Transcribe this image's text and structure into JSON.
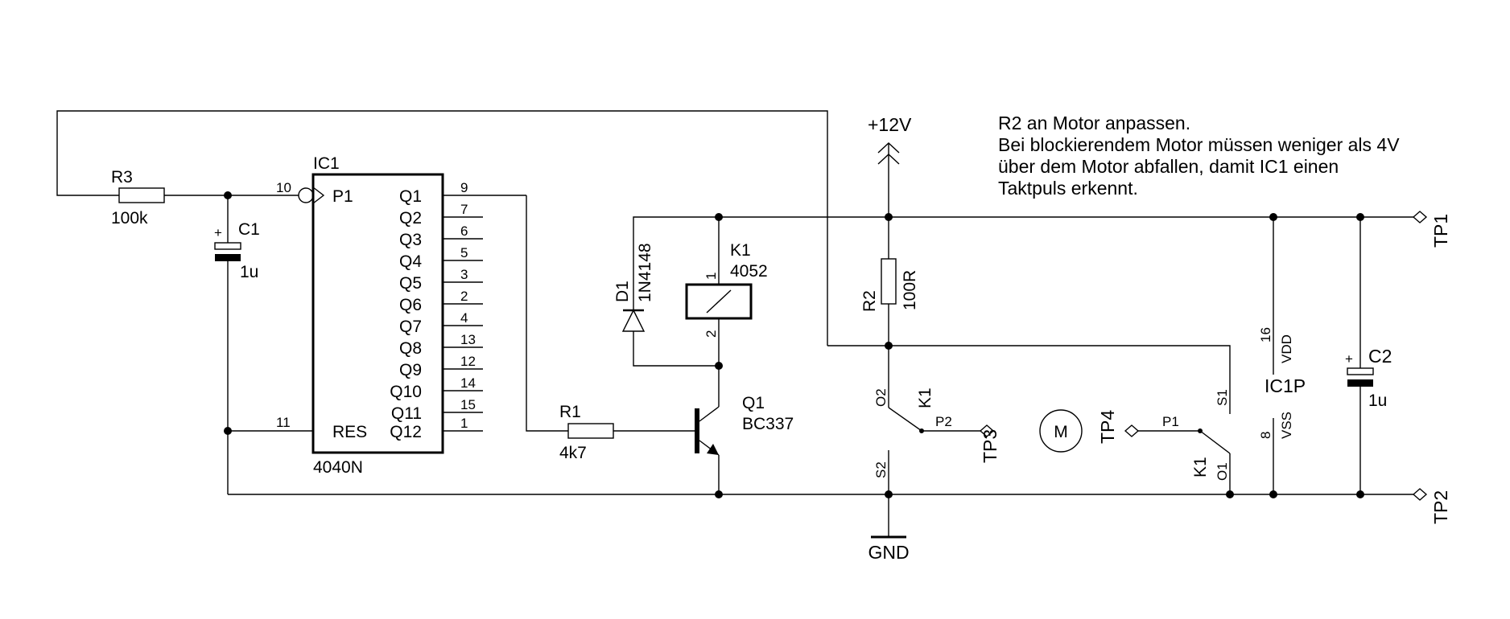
{
  "note": {
    "lines": [
      "R2 an Motor anpassen.",
      "Bei blockierendem Motor müssen weniger als 4V",
      "über dem Motor abfallen, damit IC1 einen",
      "Taktpuls erkennt."
    ]
  },
  "components": {
    "r3": {
      "name": "R3",
      "value": "100k"
    },
    "c1": {
      "name": "C1",
      "value": "1u",
      "polarity": "+"
    },
    "ic1": {
      "name": "IC1",
      "type": "4040N",
      "clock_pin": {
        "label": "P1",
        "num": "10"
      },
      "reset_pin": {
        "label": "RES",
        "num": "11"
      },
      "outputs": [
        {
          "label": "Q1",
          "num": "9"
        },
        {
          "label": "Q2",
          "num": "7"
        },
        {
          "label": "Q3",
          "num": "6"
        },
        {
          "label": "Q4",
          "num": "5"
        },
        {
          "label": "Q5",
          "num": "3"
        },
        {
          "label": "Q6",
          "num": "2"
        },
        {
          "label": "Q7",
          "num": "4"
        },
        {
          "label": "Q8",
          "num": "13"
        },
        {
          "label": "Q9",
          "num": "12"
        },
        {
          "label": "Q10",
          "num": "14"
        },
        {
          "label": "Q11",
          "num": "15"
        },
        {
          "label": "Q12",
          "num": "1"
        }
      ]
    },
    "r1": {
      "name": "R1",
      "value": "4k7"
    },
    "q1": {
      "name": "Q1",
      "value": "BC337"
    },
    "d1": {
      "name": "D1",
      "value": "1N4148"
    },
    "k1": {
      "name": "K1",
      "value": "4052",
      "pin1": "1",
      "pin2": "2"
    },
    "r2": {
      "name": "R2",
      "value": "100R"
    },
    "k1_contact_a": {
      "name": "K1",
      "o": "O2",
      "p": "P2",
      "s": "S2"
    },
    "k1_contact_b": {
      "name": "K1",
      "o": "O1",
      "p": "P1",
      "s": "S1"
    },
    "motor": {
      "label": "M"
    },
    "ic1p": {
      "name": "IC1P",
      "vdd": "VDD",
      "vdd_num": "16",
      "vss": "VSS",
      "vss_num": "8"
    },
    "c2": {
      "name": "C2",
      "value": "1u",
      "polarity": "+"
    }
  },
  "supply": {
    "vcc": "+12V",
    "gnd": "GND"
  },
  "testpoints": {
    "tp1": "TP1",
    "tp2": "TP2",
    "tp3": "TP3",
    "tp4": "TP4"
  }
}
